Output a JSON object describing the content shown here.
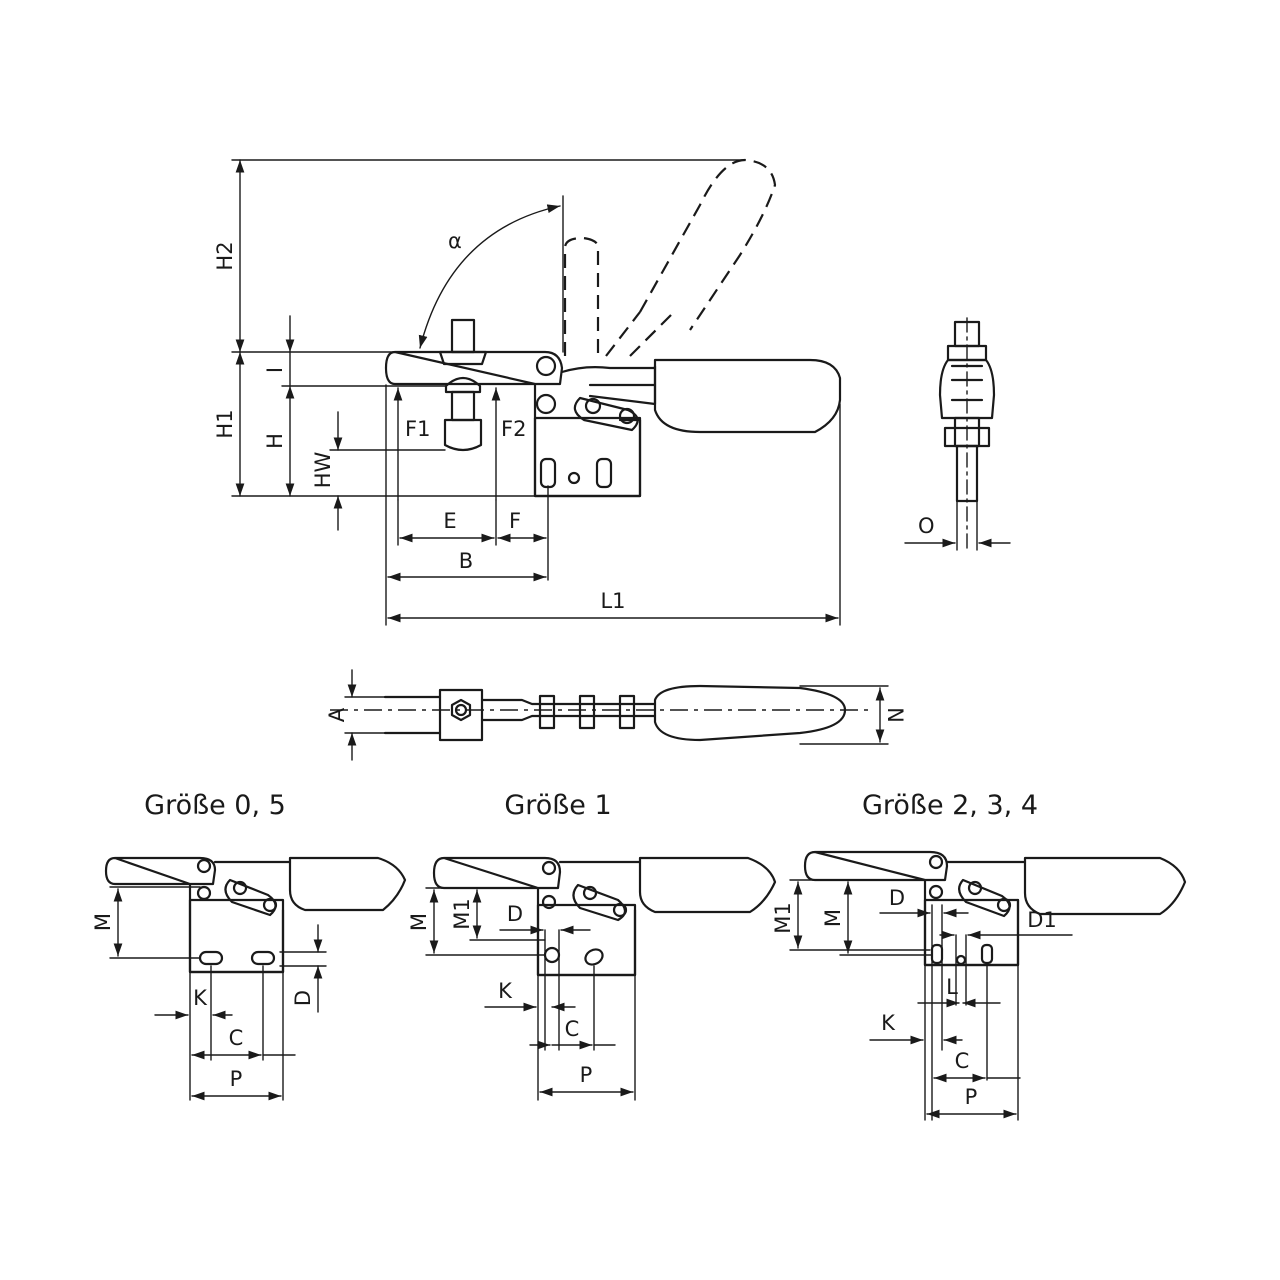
{
  "main_view": {
    "labels": {
      "h2": "H2",
      "h1": "H1",
      "h": "H",
      "i": "I",
      "hw": "HW",
      "alpha": "α",
      "f1": "F1",
      "f2": "F2",
      "e": "E",
      "f": "F",
      "b": "B",
      "l1": "L1"
    }
  },
  "side_view": {
    "labels": {
      "o": "O"
    }
  },
  "top_view": {
    "labels": {
      "a": "A",
      "n": "N"
    }
  },
  "size_variants": [
    {
      "title": "Größe 0, 5",
      "labels": {
        "m": "M",
        "d": "D",
        "k": "K",
        "c": "C",
        "p": "P"
      }
    },
    {
      "title": "Größe 1",
      "labels": {
        "m": "M",
        "m1": "M1",
        "d": "D",
        "k": "K",
        "c": "C",
        "p": "P"
      }
    },
    {
      "title": "Größe 2, 3, 4",
      "labels": {
        "m1": "M1",
        "m": "M",
        "d": "D",
        "d1": "D1",
        "l": "L",
        "k": "K",
        "c": "C",
        "p": "P"
      }
    }
  ]
}
